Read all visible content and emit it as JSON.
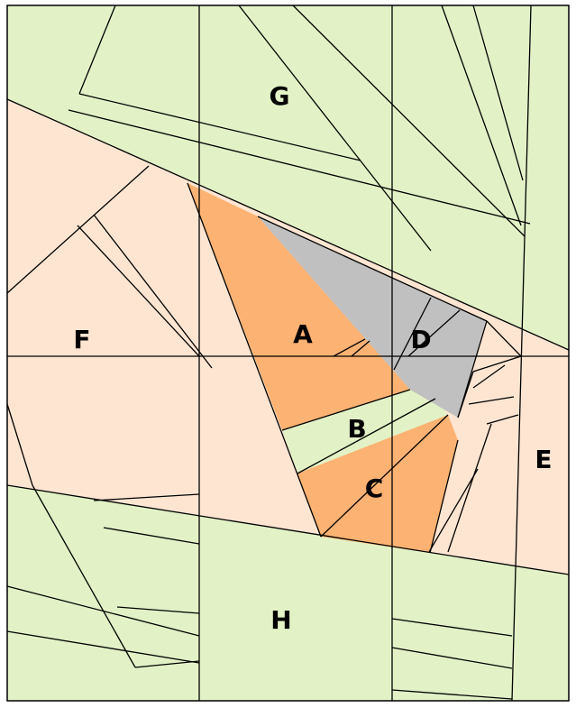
{
  "diagram": {
    "labels": {
      "a": "A",
      "b": "B",
      "c": "C",
      "d": "D",
      "e": "E",
      "f": "F",
      "g": "G",
      "h": "H"
    },
    "colors": {
      "green": "#e2f2c6",
      "peach": "#fde5d2",
      "orange": "#fcb272",
      "gray": "#c0c0c0",
      "line": "#000000"
    }
  }
}
